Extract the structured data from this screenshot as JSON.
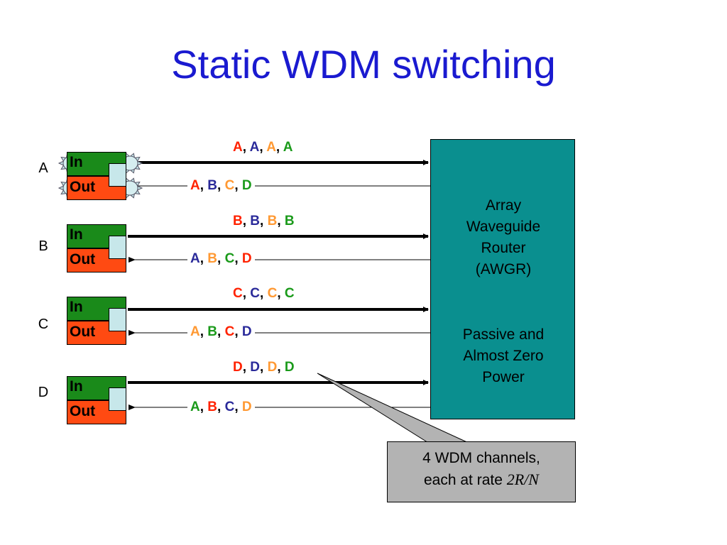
{
  "title": "Static WDM switching",
  "nodes": [
    {
      "label": "A",
      "in_label": "In",
      "out_label": "Out",
      "in_channels": [
        {
          "letter": "A",
          "color": "#ff2200"
        },
        {
          "letter": "A",
          "color": "#2a2a9a"
        },
        {
          "letter": "A",
          "color": "#ff9933"
        },
        {
          "letter": "A",
          "color": "#1a9a1a"
        }
      ],
      "out_channels": [
        {
          "letter": "A",
          "color": "#ff2200"
        },
        {
          "letter": "B",
          "color": "#2a2a9a"
        },
        {
          "letter": "C",
          "color": "#ff9933"
        },
        {
          "letter": "D",
          "color": "#1a9a1a"
        }
      ]
    },
    {
      "label": "B",
      "in_label": "In",
      "out_label": "Out",
      "in_channels": [
        {
          "letter": "B",
          "color": "#ff2200"
        },
        {
          "letter": "B",
          "color": "#2a2a9a"
        },
        {
          "letter": "B",
          "color": "#ff9933"
        },
        {
          "letter": "B",
          "color": "#1a9a1a"
        }
      ],
      "out_channels": [
        {
          "letter": "A",
          "color": "#2a2a9a"
        },
        {
          "letter": "B",
          "color": "#ff9933"
        },
        {
          "letter": "C",
          "color": "#1a9a1a"
        },
        {
          "letter": "D",
          "color": "#ff2200"
        }
      ]
    },
    {
      "label": "C",
      "in_label": "In",
      "out_label": "Out",
      "in_channels": [
        {
          "letter": "C",
          "color": "#ff2200"
        },
        {
          "letter": "C",
          "color": "#2a2a9a"
        },
        {
          "letter": "C",
          "color": "#ff9933"
        },
        {
          "letter": "C",
          "color": "#1a9a1a"
        }
      ],
      "out_channels": [
        {
          "letter": "A",
          "color": "#ff9933"
        },
        {
          "letter": "B",
          "color": "#1a9a1a"
        },
        {
          "letter": "C",
          "color": "#ff2200"
        },
        {
          "letter": "D",
          "color": "#2a2a9a"
        }
      ]
    },
    {
      "label": "D",
      "in_label": "In",
      "out_label": "Out",
      "in_channels": [
        {
          "letter": "D",
          "color": "#ff2200"
        },
        {
          "letter": "D",
          "color": "#2a2a9a"
        },
        {
          "letter": "D",
          "color": "#ff9933"
        },
        {
          "letter": "D",
          "color": "#1a9a1a"
        }
      ],
      "out_channels": [
        {
          "letter": "A",
          "color": "#1a9a1a"
        },
        {
          "letter": "B",
          "color": "#ff2200"
        },
        {
          "letter": "C",
          "color": "#2a2a9a"
        },
        {
          "letter": "D",
          "color": "#ff9933"
        }
      ]
    }
  ],
  "awgr": {
    "line1": "Array",
    "line2": "Waveguide",
    "line3": "Router",
    "line4": "(AWGR)",
    "line5": "Passive and",
    "line6": "Almost Zero",
    "line7": "Power"
  },
  "callout": {
    "line1": "4 WDM channels,",
    "line2_prefix": "each at rate ",
    "rate": "2R/N"
  },
  "colors": {
    "title": "#1a1ad0",
    "awgr_fill": "#0a8f8f",
    "in_fill": "#1a8a1a",
    "out_fill": "#ff4a12",
    "buffer_fill": "#c7e7ea",
    "callout_fill": "#b3b3b3"
  },
  "icons": [
    "light-source-icon"
  ]
}
